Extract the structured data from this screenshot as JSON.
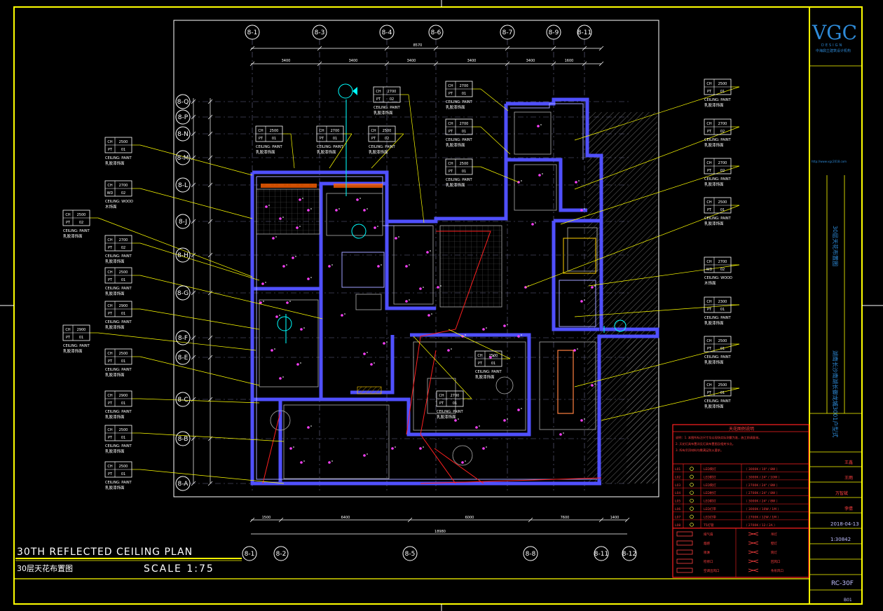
{
  "titleblock": {
    "logo": "VGC",
    "logo_sub": "DESIGN",
    "logo_cn": "中海鼎立建筑设计机构",
    "drawing_title_cn": "30层天花布置图",
    "project_cn": "湖南长沙南湖长御龙城3001户型式",
    "scale_value": "1:30842",
    "date": "2018-04-13",
    "sheet_no": "RC-30F",
    "page_no": "B01",
    "names": [
      "王鑫",
      "王雨",
      "万智斌",
      "李倩"
    ],
    "web": "http://www.vgc2018.com"
  },
  "plan": {
    "title": "30TH REFLECTED  CEILING   PLAN",
    "title_cn": "30层天花布置图",
    "scale": "SCALE 1:75",
    "grid_top": [
      "8-1",
      "8-3",
      "8-4",
      "8-6",
      "8-7",
      "8-9",
      "8-11"
    ],
    "grid_bottom": [
      "8-1",
      "8-2",
      "8-5",
      "8-8",
      "8-11",
      "8-12"
    ],
    "grid_left": [
      "8-Q",
      "8-P",
      "8-N",
      "8-M",
      "8-L",
      "8-J",
      "8-H",
      "8-G",
      "8-F",
      "8-E",
      "8-C",
      "8-B",
      "8-A"
    ],
    "dims_top": [
      "8570",
      "3400",
      "3400",
      "3400",
      "3400",
      "3400",
      "1600"
    ],
    "dims_bottom": [
      "1500",
      "6400",
      "6000",
      "7600",
      "1400",
      "18980"
    ]
  },
  "tags": {
    "ceiling_label": "CEILING: PAINT",
    "ceiling_cn": "乳胶漆饰面",
    "wood_label": "CEILING: WOOD",
    "wood_cn": "木饰面",
    "height_2500": "2500",
    "height_2700": "2700",
    "height_2300": "2300",
    "height_2900": "2900",
    "ch": "CH",
    "pt": "PT",
    "wd": "WD",
    "p1": "01",
    "p2": "02"
  },
  "legend": {
    "title": "天花图例说明",
    "notes": [
      "说明：1. 本图所标注尺寸均以现场实际测量为准，施工前请复核。",
      "2. 天花灯具布置详见灯具布置图及相关节点。",
      "3. 所有吊顶材料均需满足防火要求。"
    ],
    "rows": [
      {
        "code": "L01",
        "name": "LED筒灯",
        "spec": "（ 3000K / 10° / 8W ）"
      },
      {
        "code": "L02",
        "name": "LED射灯",
        "spec": "（ 3000K / 24° / 10W ）"
      },
      {
        "code": "L03",
        "name": "LED筒灯",
        "spec": "（ 2700K / 24° / 8W ）"
      },
      {
        "code": "L04",
        "name": "LED射灯",
        "spec": "（ 2700K / 24° / 8W ）"
      },
      {
        "code": "L05",
        "name": "LED射灯",
        "spec": "（ 3000K / 24° / 8W ）"
      },
      {
        "code": "L06",
        "name": "LED灯带",
        "spec": "（ 3000K / 10W / 1M ）"
      },
      {
        "code": "L07",
        "name": "LED灯带",
        "spec": "（ 2700K / 12W / 1M ）"
      },
      {
        "code": "L08",
        "name": "T5灯管",
        "spec": "（ 2700K / 12 / 2A ）"
      }
    ],
    "symbols_left": [
      "排气扇",
      "烟感",
      "喷淋",
      "检修口",
      "空调出风口"
    ],
    "symbols_right": [
      "吊灯",
      "壁灯",
      "筒灯",
      "回风口",
      "条形风口"
    ]
  },
  "colors": {
    "frame": "#ffff00",
    "walls": "#4040ff",
    "leader": "#ffff00",
    "redline": "#ff2020",
    "furniture": "#c0c0c0",
    "legend": "#ff2020",
    "grid_bubble": "#ffffff"
  }
}
